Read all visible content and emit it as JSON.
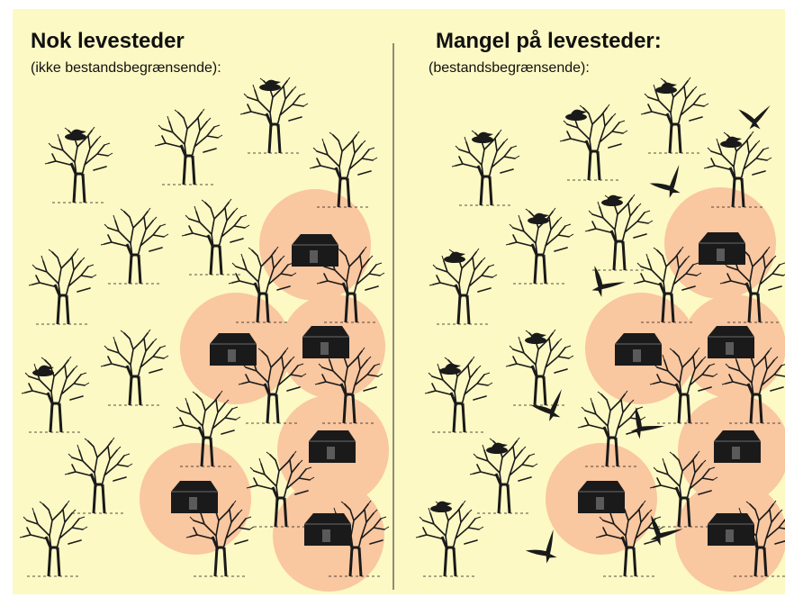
{
  "left_panel": {
    "title": "Nok levesteder",
    "subtitle": "(ikke bestandsbegrænsende):"
  },
  "right_panel": {
    "title": "Mangel på levesteder:",
    "subtitle": "(bestandsbegrænsende):"
  },
  "colors": {
    "background": "#fdf9c4",
    "habitat_circle": "#f9c7a0",
    "ink": "#1a1a1a",
    "divider": "#444444"
  },
  "icons": [
    "tree-icon",
    "tree-with-nest-icon",
    "barn-icon",
    "flying-bird-icon",
    "habitat-area"
  ]
}
